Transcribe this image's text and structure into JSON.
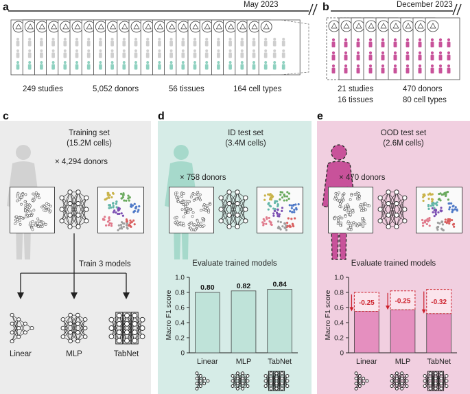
{
  "panels": {
    "a": {
      "label": "a",
      "date": "May 2023",
      "stats": [
        "249 studies",
        "5,052 donors",
        "56 tissues",
        "164 cell types"
      ]
    },
    "b": {
      "label": "b",
      "date": "December 2023",
      "stats": [
        "21 studies",
        "470 donors",
        "16 tissues",
        "80 cell types"
      ]
    },
    "c": {
      "label": "c",
      "title_line1": "Training set",
      "title_line2": "(15.2M cells)",
      "donors": "× 4,294 donors",
      "train_label": "Train 3 models",
      "models": [
        "Linear",
        "MLP",
        "TabNet"
      ]
    },
    "d": {
      "label": "d",
      "title_line1": "ID test set",
      "title_line2": "(3.4M cells)",
      "donors": "× 758 donors",
      "eval_title": "Evaluate trained models"
    },
    "e": {
      "label": "e",
      "title_line1": "OOD test set",
      "title_line2": "(2.6M cells)",
      "donors": "× 470 donors",
      "eval_title": "Evaluate trained models"
    }
  },
  "colors": {
    "panel_c_bg": "#ececec",
    "panel_d_bg": "#d6ece7",
    "panel_e_bg": "#f1cfe0",
    "teal_bar": "#bfe3d9",
    "pink_bar": "#e58fbf",
    "drop_red": "#cc1f2a",
    "teal_person": "#a6d9cb",
    "pink_person": "#c8529a"
  },
  "chart_data": [
    {
      "type": "bar",
      "categories": [
        "Linear",
        "MLP",
        "TabNet"
      ],
      "values": [
        0.8,
        0.82,
        0.84
      ],
      "data_labels": [
        "0.80",
        "0.82",
        "0.84"
      ],
      "ylabel": "Macro F1 score",
      "ylim": [
        0,
        1.0
      ],
      "yticks": [
        "0",
        "0.2",
        "0.4",
        "0.6",
        "0.8",
        "1.0"
      ]
    },
    {
      "type": "bar",
      "categories": [
        "Linear",
        "MLP",
        "TabNet"
      ],
      "values": [
        0.55,
        0.57,
        0.52
      ],
      "reference_values": [
        0.8,
        0.82,
        0.84
      ],
      "drop_labels": [
        "-0.25",
        "-0.25",
        "-0.32"
      ],
      "ylabel": "Macro F1 score",
      "ylim": [
        0,
        1.0
      ],
      "yticks": [
        "0",
        "0.2",
        "0.4",
        "0.6",
        "0.8",
        "1.0"
      ]
    }
  ]
}
